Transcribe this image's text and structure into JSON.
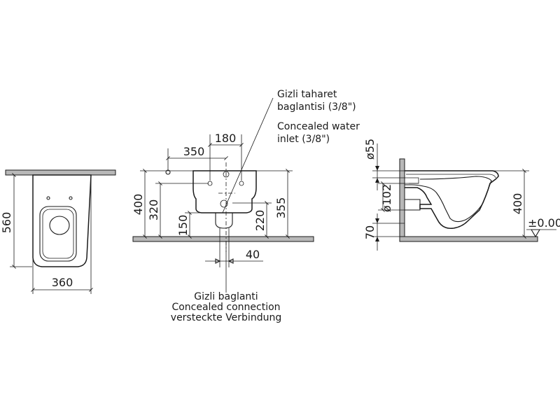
{
  "front_view": {
    "height": "560",
    "width": "360"
  },
  "rear_view": {
    "dim_350": "350",
    "dim_180": "180",
    "dim_400": "400",
    "dim_320": "320",
    "dim_150": "150",
    "dim_220": "220",
    "dim_355": "355",
    "dim_40": "40"
  },
  "side_view": {
    "dim_55": "ø55",
    "dim_102": "ø102",
    "dim_70": "70",
    "dim_400": "400",
    "floor_level": "±0.00"
  },
  "callout_water": {
    "tr_line1": "Gizli taharet",
    "tr_line2": "baglantisi (3/8\")",
    "en_line1": "Concealed water",
    "en_line2": "inlet (3/8\")"
  },
  "callout_connection": {
    "tr": "Gizli baglanti",
    "en": "Concealed connection",
    "de": "versteckte Verbindung"
  }
}
